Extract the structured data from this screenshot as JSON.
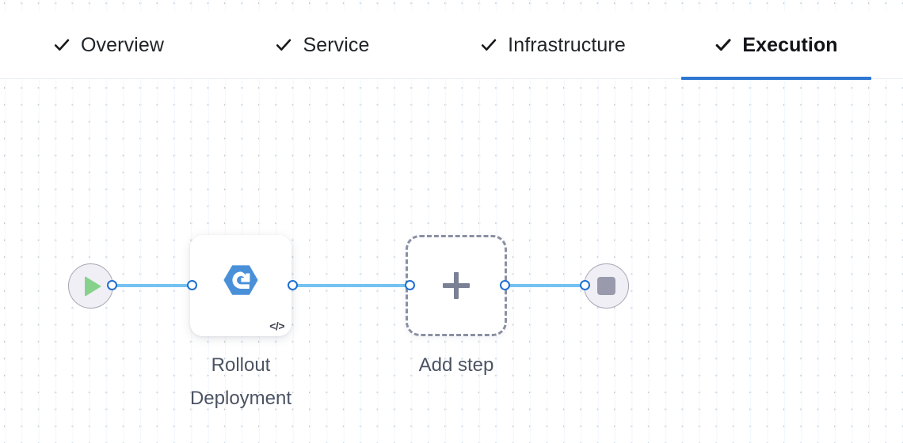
{
  "tabs": [
    {
      "id": "overview",
      "label": "Overview",
      "icon": "check-icon",
      "active": false,
      "completed": true
    },
    {
      "id": "service",
      "label": "Service",
      "icon": "check-icon",
      "active": false,
      "completed": true
    },
    {
      "id": "infrastructure",
      "label": "Infrastructure",
      "icon": "check-icon",
      "active": false,
      "completed": true
    },
    {
      "id": "execution",
      "label": "Execution",
      "icon": "check-icon",
      "active": true,
      "completed": true
    }
  ],
  "canvas": {
    "background": "dot-grid",
    "dot_color": "#b9c3cf",
    "line_color": "#f2f8fd"
  },
  "flow": {
    "start_node": {
      "icon": "play-icon",
      "color": "#86d28c"
    },
    "end_node": {
      "icon": "stop-icon",
      "color": "#9a9aad"
    },
    "steps": [
      {
        "id": "rollout-deployment",
        "caption": "Rollout\nDeployment",
        "icon": "rollout-hexagon-icon",
        "icon_color": "#4a90d9",
        "badge": "</>",
        "type": "step"
      },
      {
        "id": "add-step",
        "caption": "Add step",
        "icon": "plus-icon",
        "icon_color": "#7b8194",
        "type": "placeholder"
      }
    ],
    "edge_color": "#73c2f2",
    "port_color": "#1f6fd0"
  },
  "theme": {
    "accent": "#2d77d2",
    "tab_text": "#1f2326",
    "caption_text": "#4b5363"
  }
}
